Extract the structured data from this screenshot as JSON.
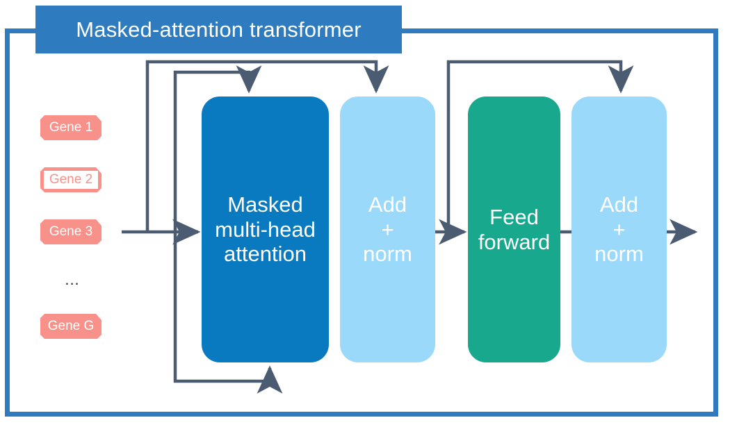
{
  "diagram": {
    "title": "Masked-attention transformer",
    "type": "architecture-block-diagram"
  },
  "colors": {
    "frame_blue": "#2E7CBF",
    "title_bar_blue": "#2E7CBF",
    "deep_blue": "#0A7AC0",
    "light_blue": "#9BD9FB",
    "teal": "#17A88D",
    "salmon": "#F79189",
    "wire_gray": "#4B5B71",
    "white": "#FFFFFF"
  },
  "inputs": {
    "tokens": [
      {
        "label": "Gene 1",
        "style": "solid"
      },
      {
        "label": "Gene 2",
        "style": "hollow"
      },
      {
        "label": "Gene 3",
        "style": "solid"
      },
      {
        "label": "Gene G",
        "style": "solid"
      }
    ],
    "ellipsis": "..."
  },
  "blocks": [
    {
      "id": "mha",
      "line1": "Masked",
      "line2": "multi-head",
      "line3": "attention",
      "color": "#0A7AC0"
    },
    {
      "id": "addnorm1",
      "line1": "Add",
      "line2": "+",
      "line3": "norm",
      "color": "#9BD9FB"
    },
    {
      "id": "ff",
      "line1": "Feed",
      "line2": "forward",
      "line3": "",
      "color": "#17A88D"
    },
    {
      "id": "addnorm2",
      "line1": "Add",
      "line2": "+",
      "line3": "norm",
      "color": "#9BD9FB"
    }
  ],
  "connections": {
    "input_to_mha": "Gene tokens feed into masked multi-head attention",
    "residual_1": "skip from input to Add + norm (first)",
    "residual_2_top": "skip from input down-branch into masked multi-head attention top",
    "residual_2_bottom": "skip from input into masked multi-head attention bottom",
    "residual_3": "skip from Add + norm (first) to Add + norm (second)",
    "output": "output arrow exits right"
  }
}
